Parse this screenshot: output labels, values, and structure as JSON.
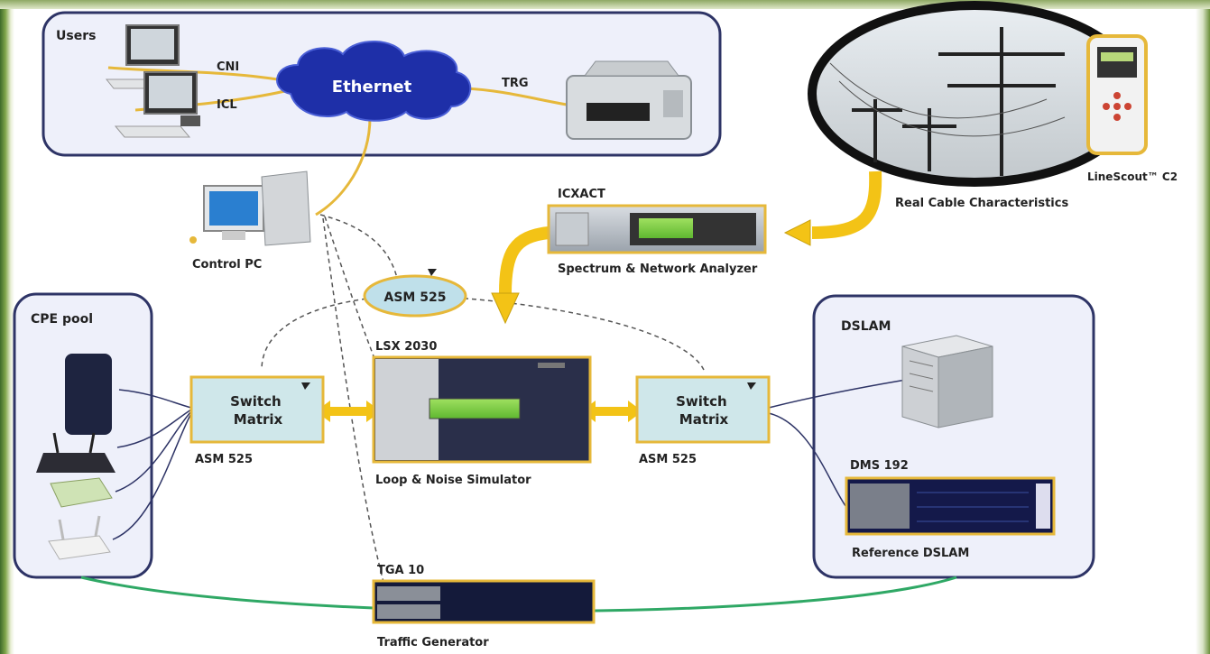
{
  "groups": {
    "users": "Users",
    "cpe_pool": "CPE pool",
    "dslam": "DSLAM"
  },
  "network": {
    "cloud": "Ethernet",
    "links": [
      "CNI",
      "ICL",
      "TRG"
    ]
  },
  "devices": {
    "control_pc": "Control PC",
    "icxact": "ICXACT",
    "analyzer": "Spectrum & Network Analyzer",
    "asm_top": "ASM 525",
    "lsx_model": "LSX 2030",
    "lsx_name": "Loop & Noise Simulator",
    "switch_matrix": "Switch\nMatrix",
    "asm_left": "ASM 525",
    "asm_right": "ASM 525",
    "dms_model": "DMS 192",
    "dms_name": "Reference DSLAM",
    "tga_model": "TGA 10",
    "tga_name": "Traffic Generator",
    "cable": "Real Cable Characteristics",
    "linescout": "LineScout™ C2"
  },
  "colors": {
    "group_border": "#2e3466",
    "group_fill": "#eef0fa",
    "cloud": "#1e2fa8",
    "link_gold": "#e6b83a",
    "arrow_yellow": "#f3c316",
    "switch_fill": "#cfe7ea",
    "ellipse_fill": "#bfe0ea",
    "green_link": "#2fa865",
    "dashed": "#555555"
  }
}
